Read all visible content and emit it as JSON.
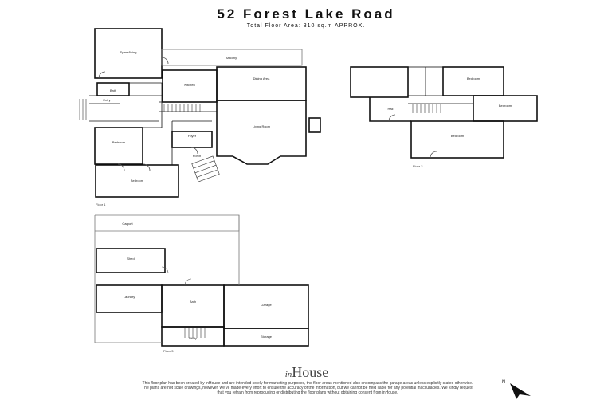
{
  "header": {
    "title": "52 Forest Lake Road",
    "subtitle": "Total Floor Area: 310 sq.m APPROX."
  },
  "rooms": {
    "sparebeds": "Spare/living",
    "balcony": "Balcony",
    "kitchen": "Kitchen",
    "dining": "Dining Area",
    "living": "Living Room",
    "bath1": "Bath",
    "entry": "Entry",
    "bedroom1": "Bedroom",
    "bedroom2": "Bedroom",
    "foyer": "Foyer",
    "porch": "Porch",
    "u_bedroom1": "Bedroom",
    "u_bedroom2": "Bedroom",
    "u_master": "Bedroom",
    "u_hall": "Hall",
    "carport": "Carport",
    "shed": "Shed",
    "laundry": "Laundry",
    "bath2": "Bath",
    "garage": "Garage",
    "storage": "Storage",
    "utility": "Utility"
  },
  "floors": {
    "floor1": "Floor 1",
    "floor2": "Floor 2",
    "floor3": "Floor 3"
  },
  "brand": {
    "prefix": "in",
    "name": "House"
  },
  "disclaimer": "This floor plan has been created by inHouse and are intended solely for marketing purposes, the floor areas mentioned also encompass the garage areas unless explicitly stated otherwise. The plans are not scale drawings, however, we've made every effort to ensure the accuracy of the information, but we cannot be held liable for any potential inaccuracies. We kindly request that you refrain from reproducing or distributing the floor plans without obtaining consent from inHouse.",
  "compass": {
    "letter": "N"
  }
}
